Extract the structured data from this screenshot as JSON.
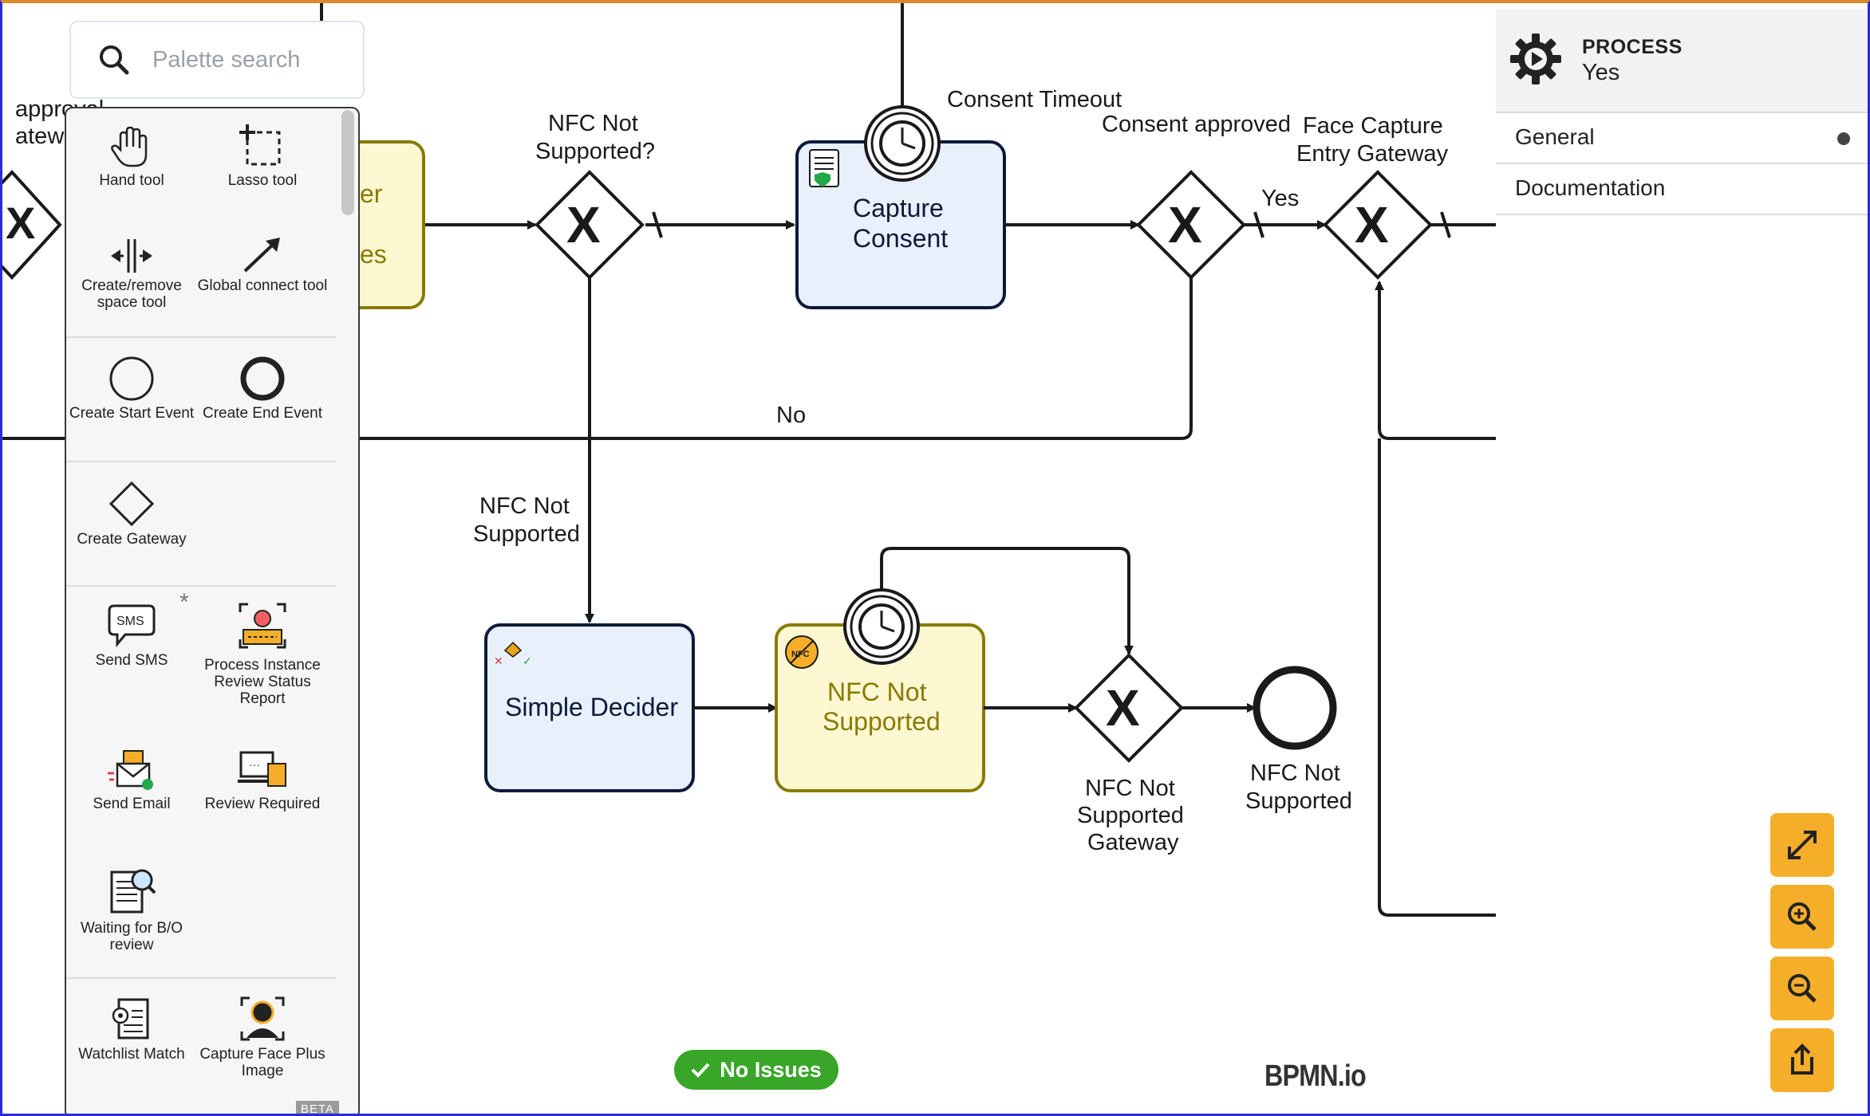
{
  "palette": {
    "search_placeholder": "Palette search",
    "tools": {
      "hand": "Hand tool",
      "lasso": "Lasso tool",
      "space": "Create/remove space tool",
      "connect": "Global connect tool",
      "start_event": "Create Start Event",
      "end_event": "Create End Event",
      "gateway": "Create Gateway",
      "send_sms": "Send SMS",
      "process_review": "Process Instance Review Status Report",
      "send_email": "Send Email",
      "review_required": "Review Required",
      "waiting_bo": "Waiting for B/O review",
      "watchlist": "Watchlist Match",
      "capture_face": "Capture Face Plus Image"
    },
    "sms_badge": "SMS",
    "nfc_badge": "NFC",
    "beta": "BETA",
    "star": "*"
  },
  "diagram": {
    "partial_left_label_1": "approval",
    "partial_left_label_2": "ateway",
    "partial_task_1": "er",
    "partial_task_2": "es",
    "nfc_q_gateway_1": "NFC Not",
    "nfc_q_gateway_2": "Supported?",
    "consent_timeout": "Consent Timeout",
    "capture_consent_1": "Capture",
    "capture_consent_2": "Consent",
    "consent_approved": "Consent approved",
    "face_capture_1": "Face Capture",
    "face_capture_2": "Entry Gateway",
    "yes": "Yes",
    "no": "No",
    "nfc_flow_1": "NFC Not",
    "nfc_flow_2": "Supported",
    "simple_decider": "Simple Decider",
    "nfc_task_1": "NFC Not",
    "nfc_task_2": "Supported",
    "nfc_gateway_1": "NFC Not",
    "nfc_gateway_2": "Supported",
    "nfc_gateway_3": "Gateway",
    "nfc_end_1": "NFC Not",
    "nfc_end_2": "Supported"
  },
  "properties": {
    "element_type": "PROCESS",
    "element_name": "Yes",
    "groups": [
      {
        "label": "General",
        "has_entries": true
      },
      {
        "label": "Documentation",
        "has_entries": false
      }
    ]
  },
  "status": {
    "issues": "No Issues"
  },
  "brand": "BPMN.io",
  "colors": {
    "task_blue_fill": "#e8f0fc",
    "task_blue_stroke": "#0c1a3a",
    "task_yellow_fill": "#fdf7d2",
    "task_yellow_stroke": "#8a7a00",
    "yellow_text": "#8a7a00",
    "fab": "#f5ae2a",
    "issues_green": "#39a629"
  }
}
